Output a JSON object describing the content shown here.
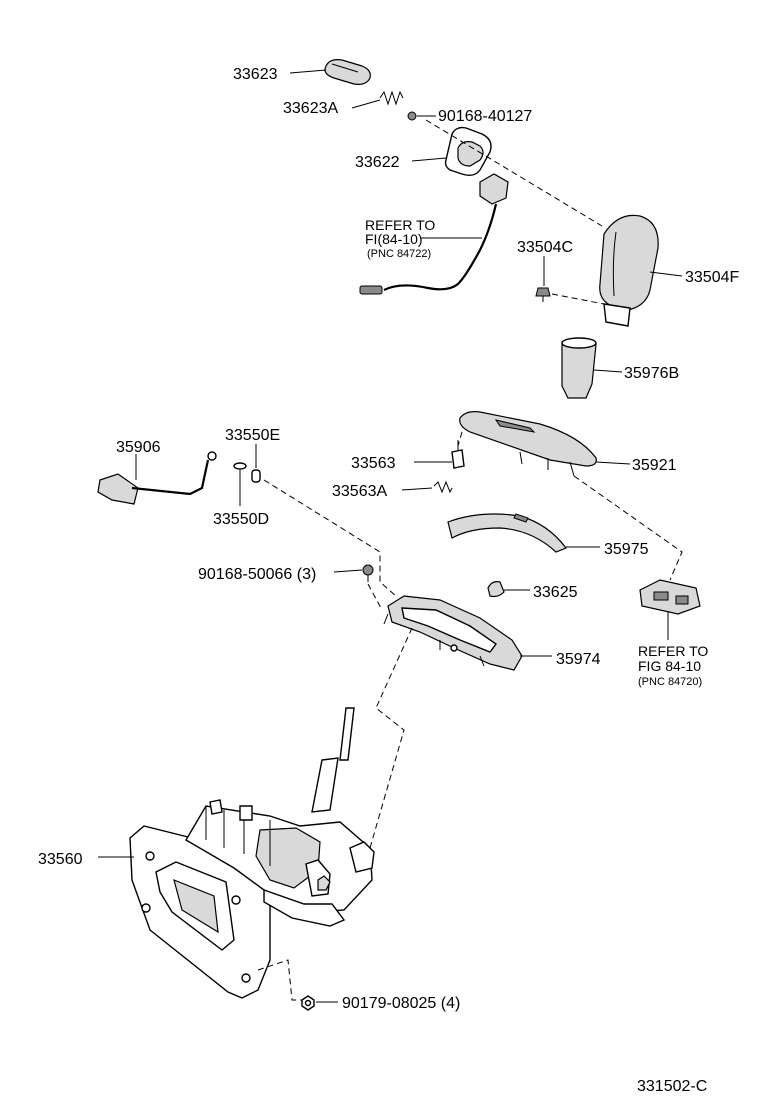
{
  "figure_code": "331502-C",
  "labels": {
    "p33623": "33623",
    "p33623a": "33623A",
    "p90168_40127": "90168-40127",
    "p33622": "33622",
    "p33504c": "33504C",
    "p33504f": "33504F",
    "p35976b": "35976B",
    "p35906": "35906",
    "p33550e": "33550E",
    "p33550d": "33550D",
    "p33563": "33563",
    "p33563a": "33563A",
    "p35921": "35921",
    "p35975": "35975",
    "p90168_50066": "90168-50066 (3)",
    "p33625": "33625",
    "p35974": "35974",
    "p33560": "33560",
    "p90179_08025": "90179-08025 (4)"
  },
  "refer_top": {
    "line1": "REFER TO",
    "line2": "FI(84-10)",
    "line3": "(PNC 84722)"
  },
  "refer_right": {
    "line1": "REFER TO",
    "line2": "FIG 84-10",
    "line3": "(PNC 84720)"
  }
}
